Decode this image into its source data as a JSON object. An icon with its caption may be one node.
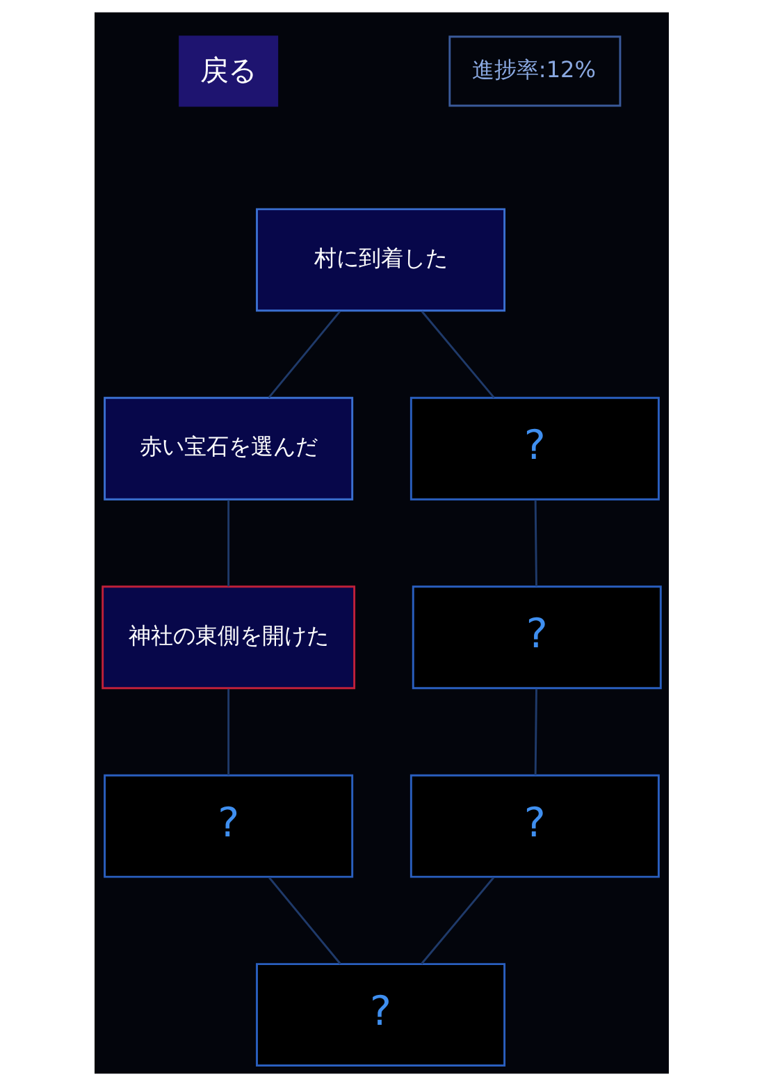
{
  "diagram": {
    "nodes": [
      {
        "text": [
          "村に到着した"
        ]
      },
      {
        "text": [
          "赤い宝石を選んだ"
        ]
      },
      {
        "text": [
          "?"
        ]
      },
      {
        "text": [
          "神社の東側を開けた"
        ]
      },
      {
        "text": [
          "?"
        ]
      },
      {
        "text": [
          "?"
        ]
      },
      {
        "text": [
          "?"
        ]
      },
      {
        "text": [
          "?"
        ]
      }
    ],
    "edges": [
      {
        "from": 0,
        "to": 1,
        "arrow": "none"
      },
      {
        "from": 0,
        "to": 2,
        "arrow": "none"
      },
      {
        "from": 1,
        "to": 3,
        "arrow": "none"
      },
      {
        "from": 2,
        "to": 4,
        "arrow": "none"
      },
      {
        "from": 3,
        "to": 5,
        "arrow": "none"
      },
      {
        "from": 4,
        "to": 6,
        "arrow": "none"
      },
      {
        "from": 5,
        "to": 7,
        "arrow": "none"
      },
      {
        "from": 6,
        "to": 7,
        "arrow": "none"
      }
    ],
    "labels": [
      "戻る",
      "進捗率:12%"
    ]
  }
}
